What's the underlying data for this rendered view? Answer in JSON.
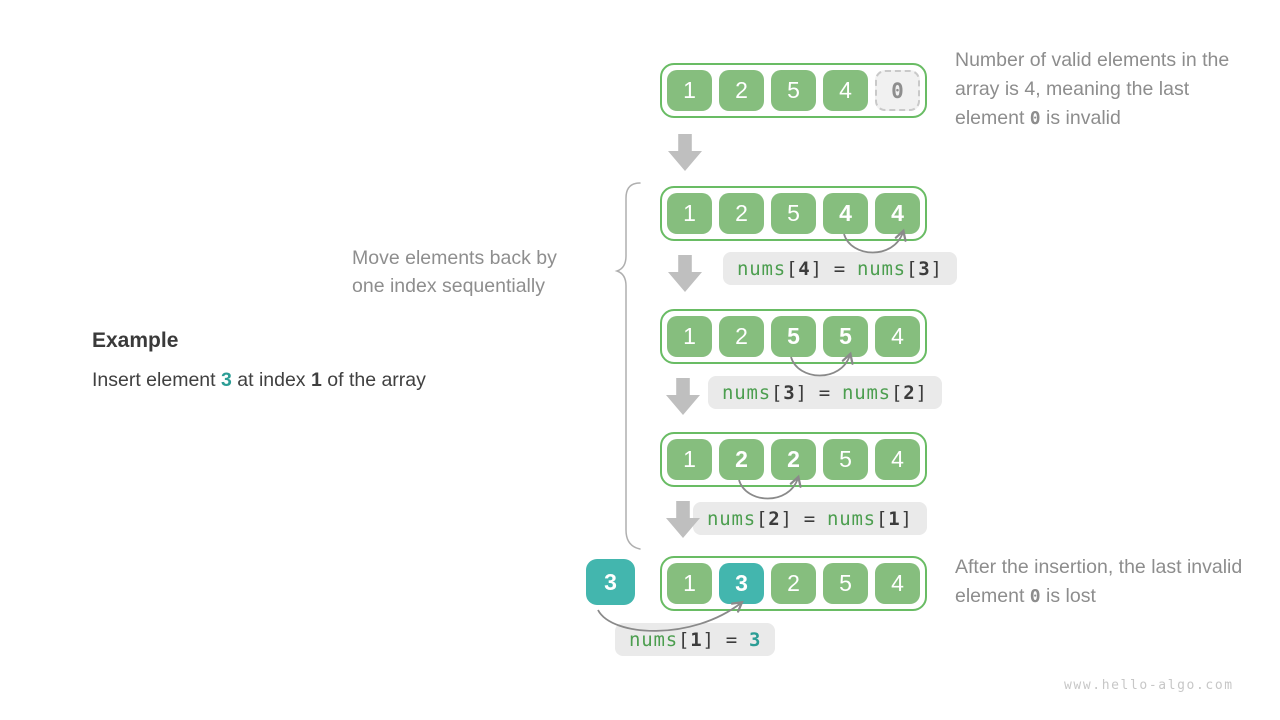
{
  "palette": {
    "green_fill": "#86BE7E",
    "green_border": "#69BC64",
    "teal_fill": "#43B6AE",
    "teal_text": "#2B9D95",
    "code_green": "#4C9E4F",
    "code_dark": "#3C3C3C",
    "note_gray": "#8D8D8D",
    "label_bg": "#EAEAEA",
    "invalid_bg": "#F1F1F1",
    "block_arrow_gray": "#BFBFBF",
    "curve_arrow_gray": "#8A8A8A",
    "watermark_gray": "#C7C7C7"
  },
  "example": {
    "title": "Example",
    "p1": "Insert element ",
    "value": "3",
    "p2": " at index ",
    "index": "1",
    "p3": " of the array"
  },
  "move_note": {
    "line1": "Move elements back by",
    "line2": "one index sequentially"
  },
  "top_note": {
    "p1": "Number of valid elements in the array is 4, meaning the last element ",
    "code": "0",
    "p2": " is invalid"
  },
  "bottom_note": {
    "p1": "After the insertion, the last invalid element ",
    "code": "0",
    "p2": " is lost"
  },
  "syntax": {
    "open": "[",
    "close": "]",
    "eq": "="
  },
  "arrays": {
    "row1": {
      "cells": [
        "1",
        "2",
        "5",
        "4",
        "0"
      ]
    },
    "row2": {
      "cells": [
        "1",
        "2",
        "5",
        "4",
        "4"
      ]
    },
    "row3": {
      "cells": [
        "1",
        "2",
        "5",
        "5",
        "4"
      ]
    },
    "row4": {
      "cells": [
        "1",
        "2",
        "2",
        "5",
        "4"
      ]
    },
    "row5": {
      "cells": [
        "1",
        "3",
        "2",
        "5",
        "4"
      ],
      "inserted": "3"
    }
  },
  "labels": {
    "l1": {
      "fn": "nums",
      "ai": "4",
      "fn2": "nums",
      "bi": "3"
    },
    "l2": {
      "fn": "nums",
      "ai": "3",
      "fn2": "nums",
      "bi": "2"
    },
    "l3": {
      "fn": "nums",
      "ai": "2",
      "fn2": "nums",
      "bi": "1"
    },
    "l4": {
      "fn": "nums",
      "ai": "1",
      "val": "3"
    }
  },
  "watermark": "www.hello-algo.com"
}
